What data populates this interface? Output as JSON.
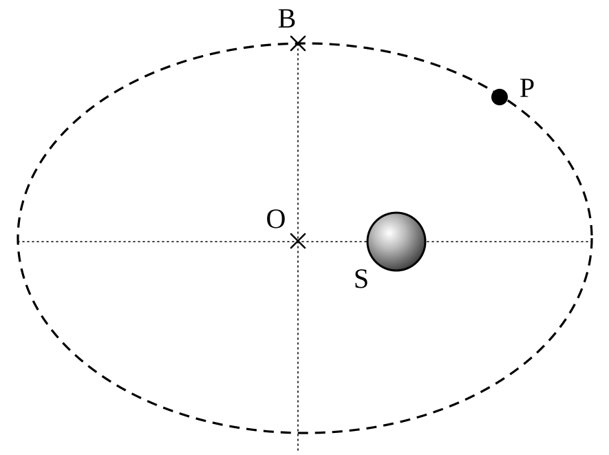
{
  "labels": {
    "co_vertex": "B",
    "planet": "P",
    "center": "O",
    "sun": "S"
  },
  "colors": {
    "ink": "#000000",
    "background": "#ffffff",
    "sun_highlight": "#ffffff",
    "sun_mid": "#b9b9b9",
    "sun_shadow": "#3a3a3a"
  },
  "icons": {
    "co_vertex_marker": "cross-icon",
    "center_marker": "cross-icon",
    "planet_marker": "filled-dot-icon",
    "sun_marker": "shaded-sphere-icon"
  }
}
